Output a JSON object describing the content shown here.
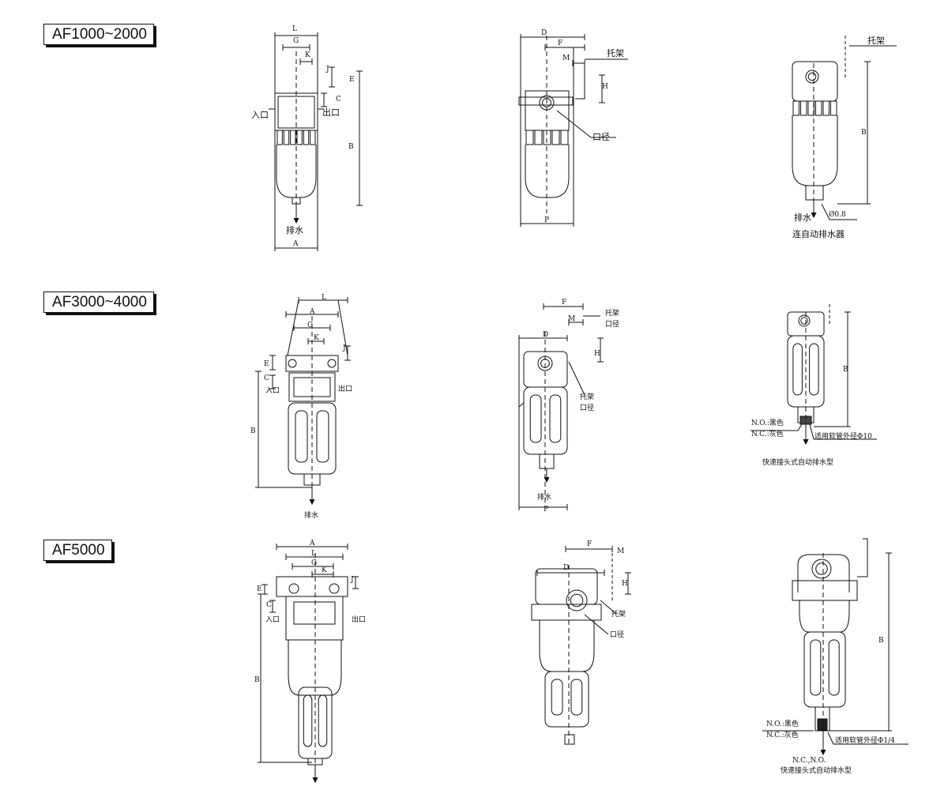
{
  "models": [
    "AF1000~2000",
    "AF3000~4000",
    "AF5000"
  ],
  "row1": {
    "front": {
      "L": "L",
      "G": "G",
      "K": "K",
      "J": "J",
      "E": "E",
      "C": "C",
      "B": "B",
      "A": "A",
      "inlet": "入口",
      "outlet": "出口",
      "drain": "排水"
    },
    "side": {
      "D": "D",
      "F": "F",
      "M": "M",
      "bracket": "托架",
      "H": "H",
      "port": "口径",
      "P": "P"
    },
    "auto": {
      "bracket": "托架",
      "B": "B",
      "drain": "排水",
      "orifice": "Ø0.8",
      "caption": "连自动排水器"
    }
  },
  "row2": {
    "front": {
      "L": "L",
      "A": "A",
      "G": "G",
      "K": "K",
      "J": "J",
      "E": "E",
      "C": "C",
      "inlet": "入口",
      "outlet": "出口",
      "B": "B",
      "drain": "排水"
    },
    "side": {
      "F": "F",
      "M": "M",
      "bracket_top": "托架",
      "port_top": "口径",
      "D": "D",
      "H": "H",
      "bracket": "托架",
      "port": "口径",
      "drain": "排水",
      "P": "P"
    },
    "auto": {
      "B": "B",
      "no": "N.O.:黑色",
      "nc": "N.C.:灰色",
      "hose": "适用软管外径Φ10",
      "caption": "快速接头式自动排水型"
    }
  },
  "row3": {
    "front": {
      "A": "A",
      "L": "L",
      "G": "G",
      "K": "K",
      "J": "J",
      "E": "E",
      "C": "C",
      "inlet": "入口",
      "outlet": "出口",
      "B": "B"
    },
    "side": {
      "F": "F",
      "M": "M",
      "D": "D",
      "H": "H",
      "bracket": "托架",
      "port": "口径"
    },
    "auto": {
      "B": "B",
      "no": "N.O.:黑色",
      "nc": "N.C.:灰色",
      "hose": "适用软管外径Φ1/4",
      "types": "N.C.,N.O.",
      "caption": "快速接头式自动排水型"
    }
  }
}
